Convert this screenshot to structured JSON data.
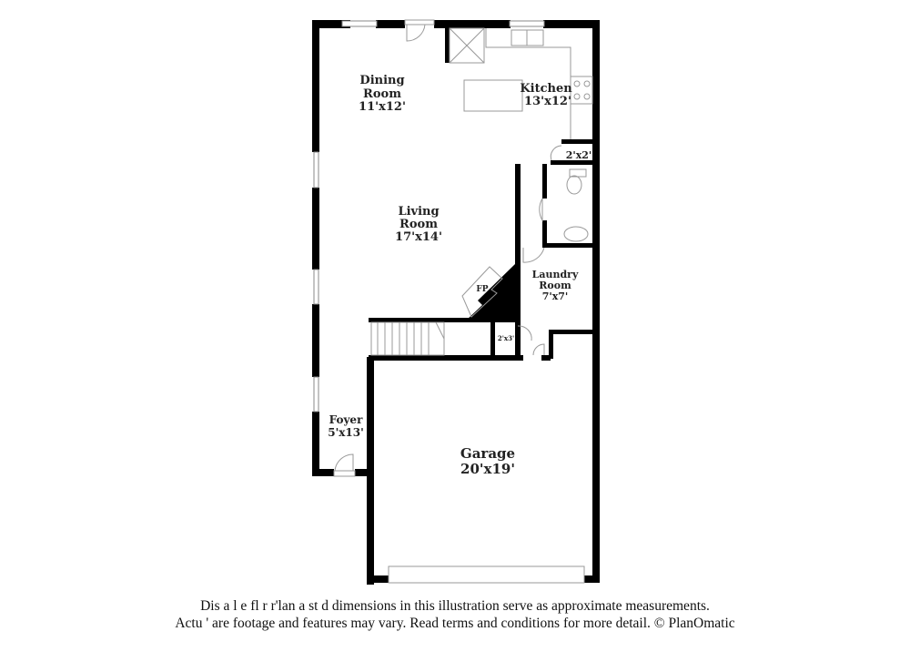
{
  "rooms": {
    "dining": {
      "name_line1": "Dining",
      "name_line2": "Room",
      "size": "11'x12'"
    },
    "kitchen": {
      "name": "Kitchen",
      "size": "13'x12'"
    },
    "closet_kitchen": {
      "size": "2'x2'"
    },
    "living": {
      "name": "Living",
      "name_line2": "Room",
      "size": "17'x14'"
    },
    "fireplace": {
      "label": "FP"
    },
    "laundry": {
      "name_line1": "Laundry",
      "name_line2": "Room",
      "size": "7'x7'"
    },
    "closet_hall": {
      "size": "2'x3'"
    },
    "foyer": {
      "name": "Foyer",
      "size": "5'x13'"
    },
    "garage": {
      "name": "Garage",
      "size": "20'x19'"
    }
  },
  "disclaimer": {
    "line1": "Dis  a     l  e fl   r  r'lan a   st    d dimensions in this illustration serve as approximate measurements.",
    "line2": "Actu   '    are footage and features may vary. Read terms and conditions for more detail. © PlanOmatic"
  },
  "colors": {
    "wall": "#000000",
    "fixture": "#999999",
    "background": "#ffffff"
  }
}
